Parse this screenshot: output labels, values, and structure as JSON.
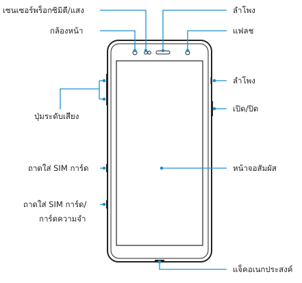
{
  "labels": {
    "light_sensor": "เซนเซอร์พร็อกซิมิตี/แสง",
    "front_camera": "กล้องหน้า",
    "speaker_top": "ลำโพง",
    "flash": "แฟลช",
    "speaker_side": "ลำโพง",
    "power_key": "เปิด/ปิด",
    "volume_key": "ปุ่มระดับเสียง",
    "sim_tray_1": "ถาดใส่ SIM การ์ด",
    "touchscreen": "หน้าจอสัมผัส",
    "sim_tray_2_line1": "ถาดใส่ SIM การ์ด/",
    "sim_tray_2_line2": "การ์ดความจำ",
    "multipurpose_jack": "แจ็คอเนกประสงค์"
  },
  "colors": {
    "callout_line": "#1a8fd0",
    "callout_dot": "#1a8fd0",
    "phone_outline": "#222222",
    "text": "#222222"
  }
}
